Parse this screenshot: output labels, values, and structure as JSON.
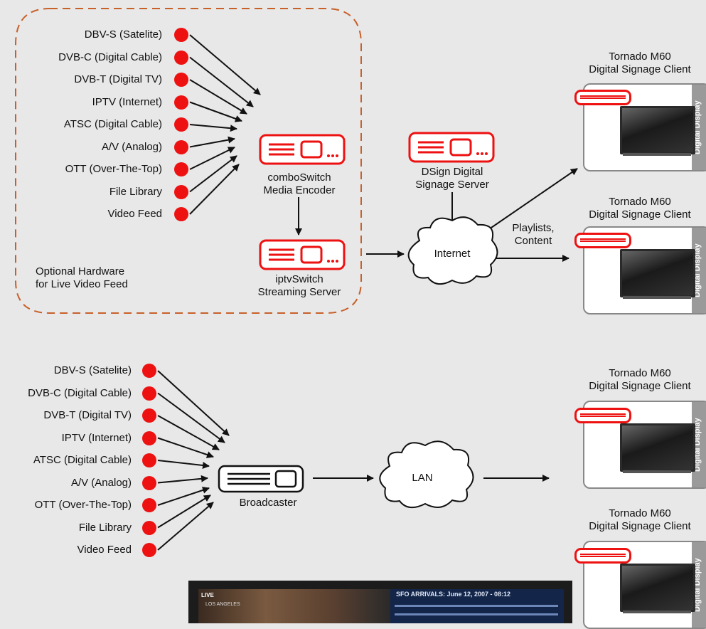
{
  "top": {
    "sources": [
      "DBV-S (Satelite)",
      "DVB-C (Digital Cable)",
      "DVB-T (Digital TV)",
      "IPTV (Internet)",
      "ATSC (Digital Cable)",
      "A/V (Analog)",
      "OTT (Over-The-Top)",
      "File Library",
      "Video Feed"
    ],
    "encoder": [
      "comboSwitch",
      "Media Encoder"
    ],
    "streaming": [
      "iptvSwitch",
      "Streaming Server"
    ],
    "optional": [
      "Optional Hardware",
      "for Live Video Feed"
    ],
    "dsign": [
      "DSign Digital",
      "Signage Server"
    ],
    "internet": "Internet",
    "playlists": [
      "Playlists,",
      "Content"
    ]
  },
  "bottom": {
    "sources": [
      "DBV-S (Satelite)",
      "DVB-C (Digital Cable)",
      "DVB-T (Digital TV)",
      "IPTV (Internet)",
      "ATSC (Digital Cable)",
      "A/V (Analog)",
      "OTT (Over-The-Top)",
      "File Library",
      "Video Feed"
    ],
    "broadcaster": "Broadcaster",
    "lan": "LAN"
  },
  "clients": [
    {
      "line1": "Tornado M60",
      "line2": "Digital Signage Client",
      "band": "Digital Display"
    },
    {
      "line1": "Tornado M60",
      "line2": "Digital Signage Client",
      "band": "Digital Display"
    },
    {
      "line1": "Tornado M60",
      "line2": "Digital Signage Client",
      "band": "Digital Display"
    },
    {
      "line1": "Tornado M60",
      "line2": "Digital Signage Client",
      "band": "Digital Display"
    }
  ],
  "photo": {
    "title": "SFO ARRIVALS: June 12, 2007 - 08:12",
    "badge": "LIVE",
    "badge_sub": "LOS ANGELES"
  },
  "colors": {
    "accent": "#ee1111",
    "dashed": "#c8602a",
    "background": "#e8e8e8"
  }
}
